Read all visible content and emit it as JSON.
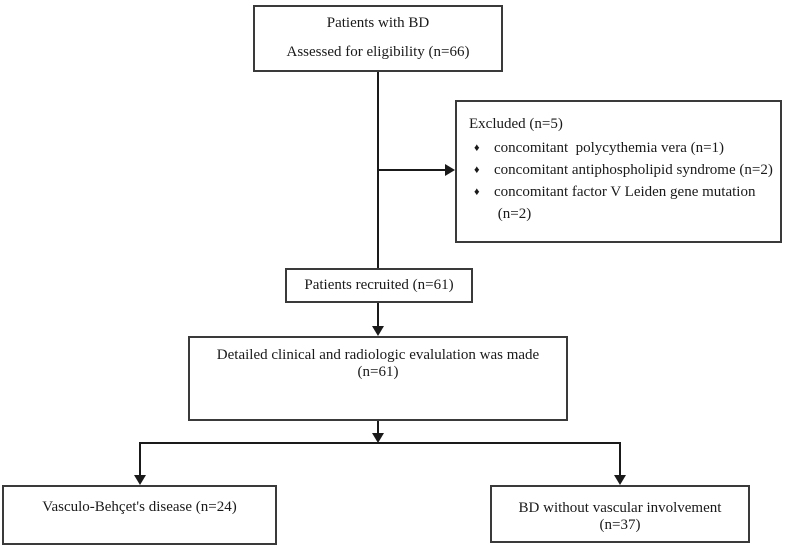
{
  "diagram": {
    "boxes": {
      "eligibility": {
        "line1": "Patients with BD",
        "line2": "Assessed for eligibility (n=66)"
      },
      "excluded": {
        "header": "Excluded (n=5)",
        "bullet_glyph": "♦",
        "items": [
          "concomitant  polycythemia vera (n=1)",
          "concomitant antiphospholipid syndrome (n=2)",
          "concomitant factor V Leiden gene mutation\n (n=2)"
        ]
      },
      "recruited": {
        "label": "Patients recruited (n=61)"
      },
      "evaluation": {
        "label": "Detailed clinical and radiologic evalulation was made (n=61)"
      },
      "vasculo_behcet": {
        "label": "Vasculo-Behçet's disease (n=24)"
      },
      "bd_without_vascular": {
        "label": "BD without vascular involvement (n=37)"
      }
    }
  }
}
